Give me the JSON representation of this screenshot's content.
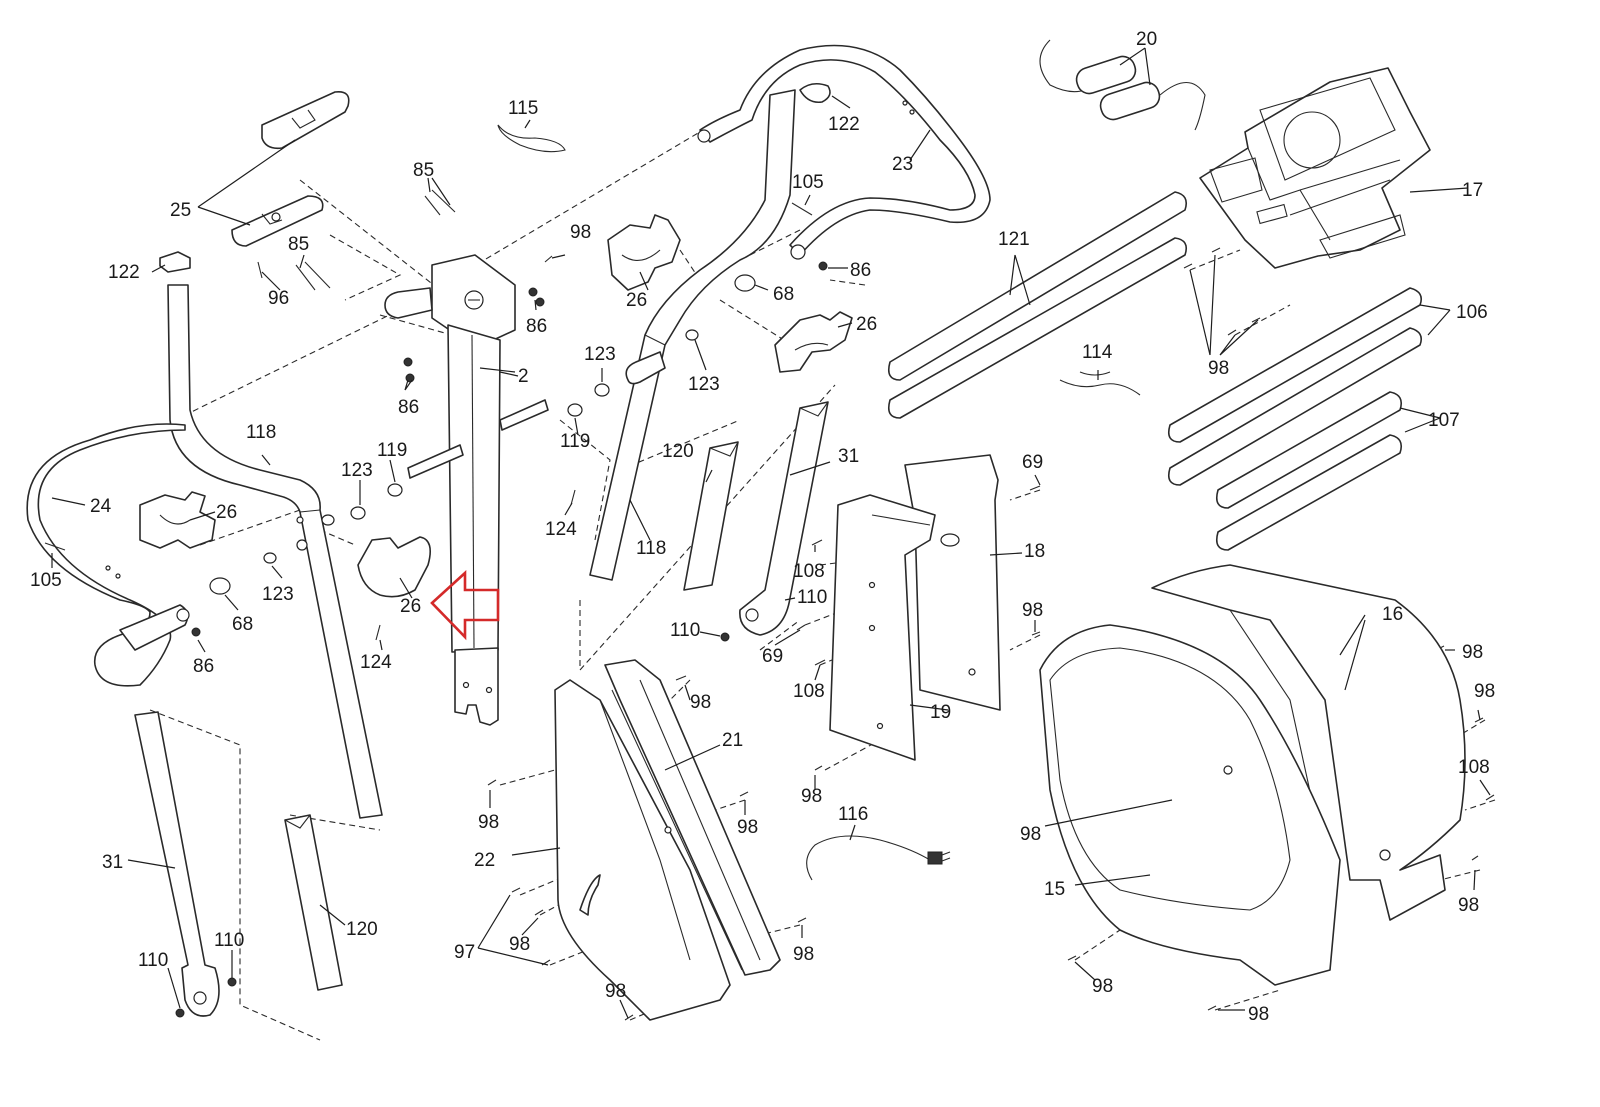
{
  "labels": {
    "l2": "2",
    "l15": "15",
    "l16": "16",
    "l17": "17",
    "l18": "18",
    "l19": "19",
    "l20": "20",
    "l21": "21",
    "l22": "22",
    "l23": "23",
    "l24": "24",
    "l25": "25",
    "l26a": "26",
    "l26b": "26",
    "l26c": "26",
    "l26d": "26",
    "l31a": "31",
    "l31b": "31",
    "l68a": "68",
    "l68b": "68",
    "l69a": "69",
    "l69b": "69",
    "l85a": "85",
    "l85b": "85",
    "l86a": "86",
    "l86b": "86",
    "l86c": "86",
    "l86d": "86",
    "l96": "96",
    "l97": "97",
    "l98a": "98",
    "l98b": "98",
    "l98c": "98",
    "l98d": "98",
    "l98e": "98",
    "l98f": "98",
    "l98g": "98",
    "l98h": "98",
    "l98i": "98",
    "l98j": "98",
    "l98k": "98",
    "l98l": "98",
    "l98m": "98",
    "l98n": "98",
    "l98o": "98",
    "l98p": "98",
    "l105a": "105",
    "l105b": "105",
    "l106": "106",
    "l107": "107",
    "l108a": "108",
    "l108b": "108",
    "l108c": "108",
    "l110a": "110",
    "l110b": "110",
    "l110c": "110",
    "l110d": "110",
    "l114": "114",
    "l115": "115",
    "l116": "116",
    "l118a": "118",
    "l118b": "118",
    "l119a": "119",
    "l119b": "119",
    "l120a": "120",
    "l120b": "120",
    "l121": "121",
    "l122a": "122",
    "l122b": "122",
    "l123a": "123",
    "l123b": "123",
    "l123c": "123",
    "l123d": "123",
    "l124a": "124",
    "l124b": "124"
  },
  "highlight": {
    "color": "#d42a2a",
    "icon": "arrow-left-icon"
  }
}
